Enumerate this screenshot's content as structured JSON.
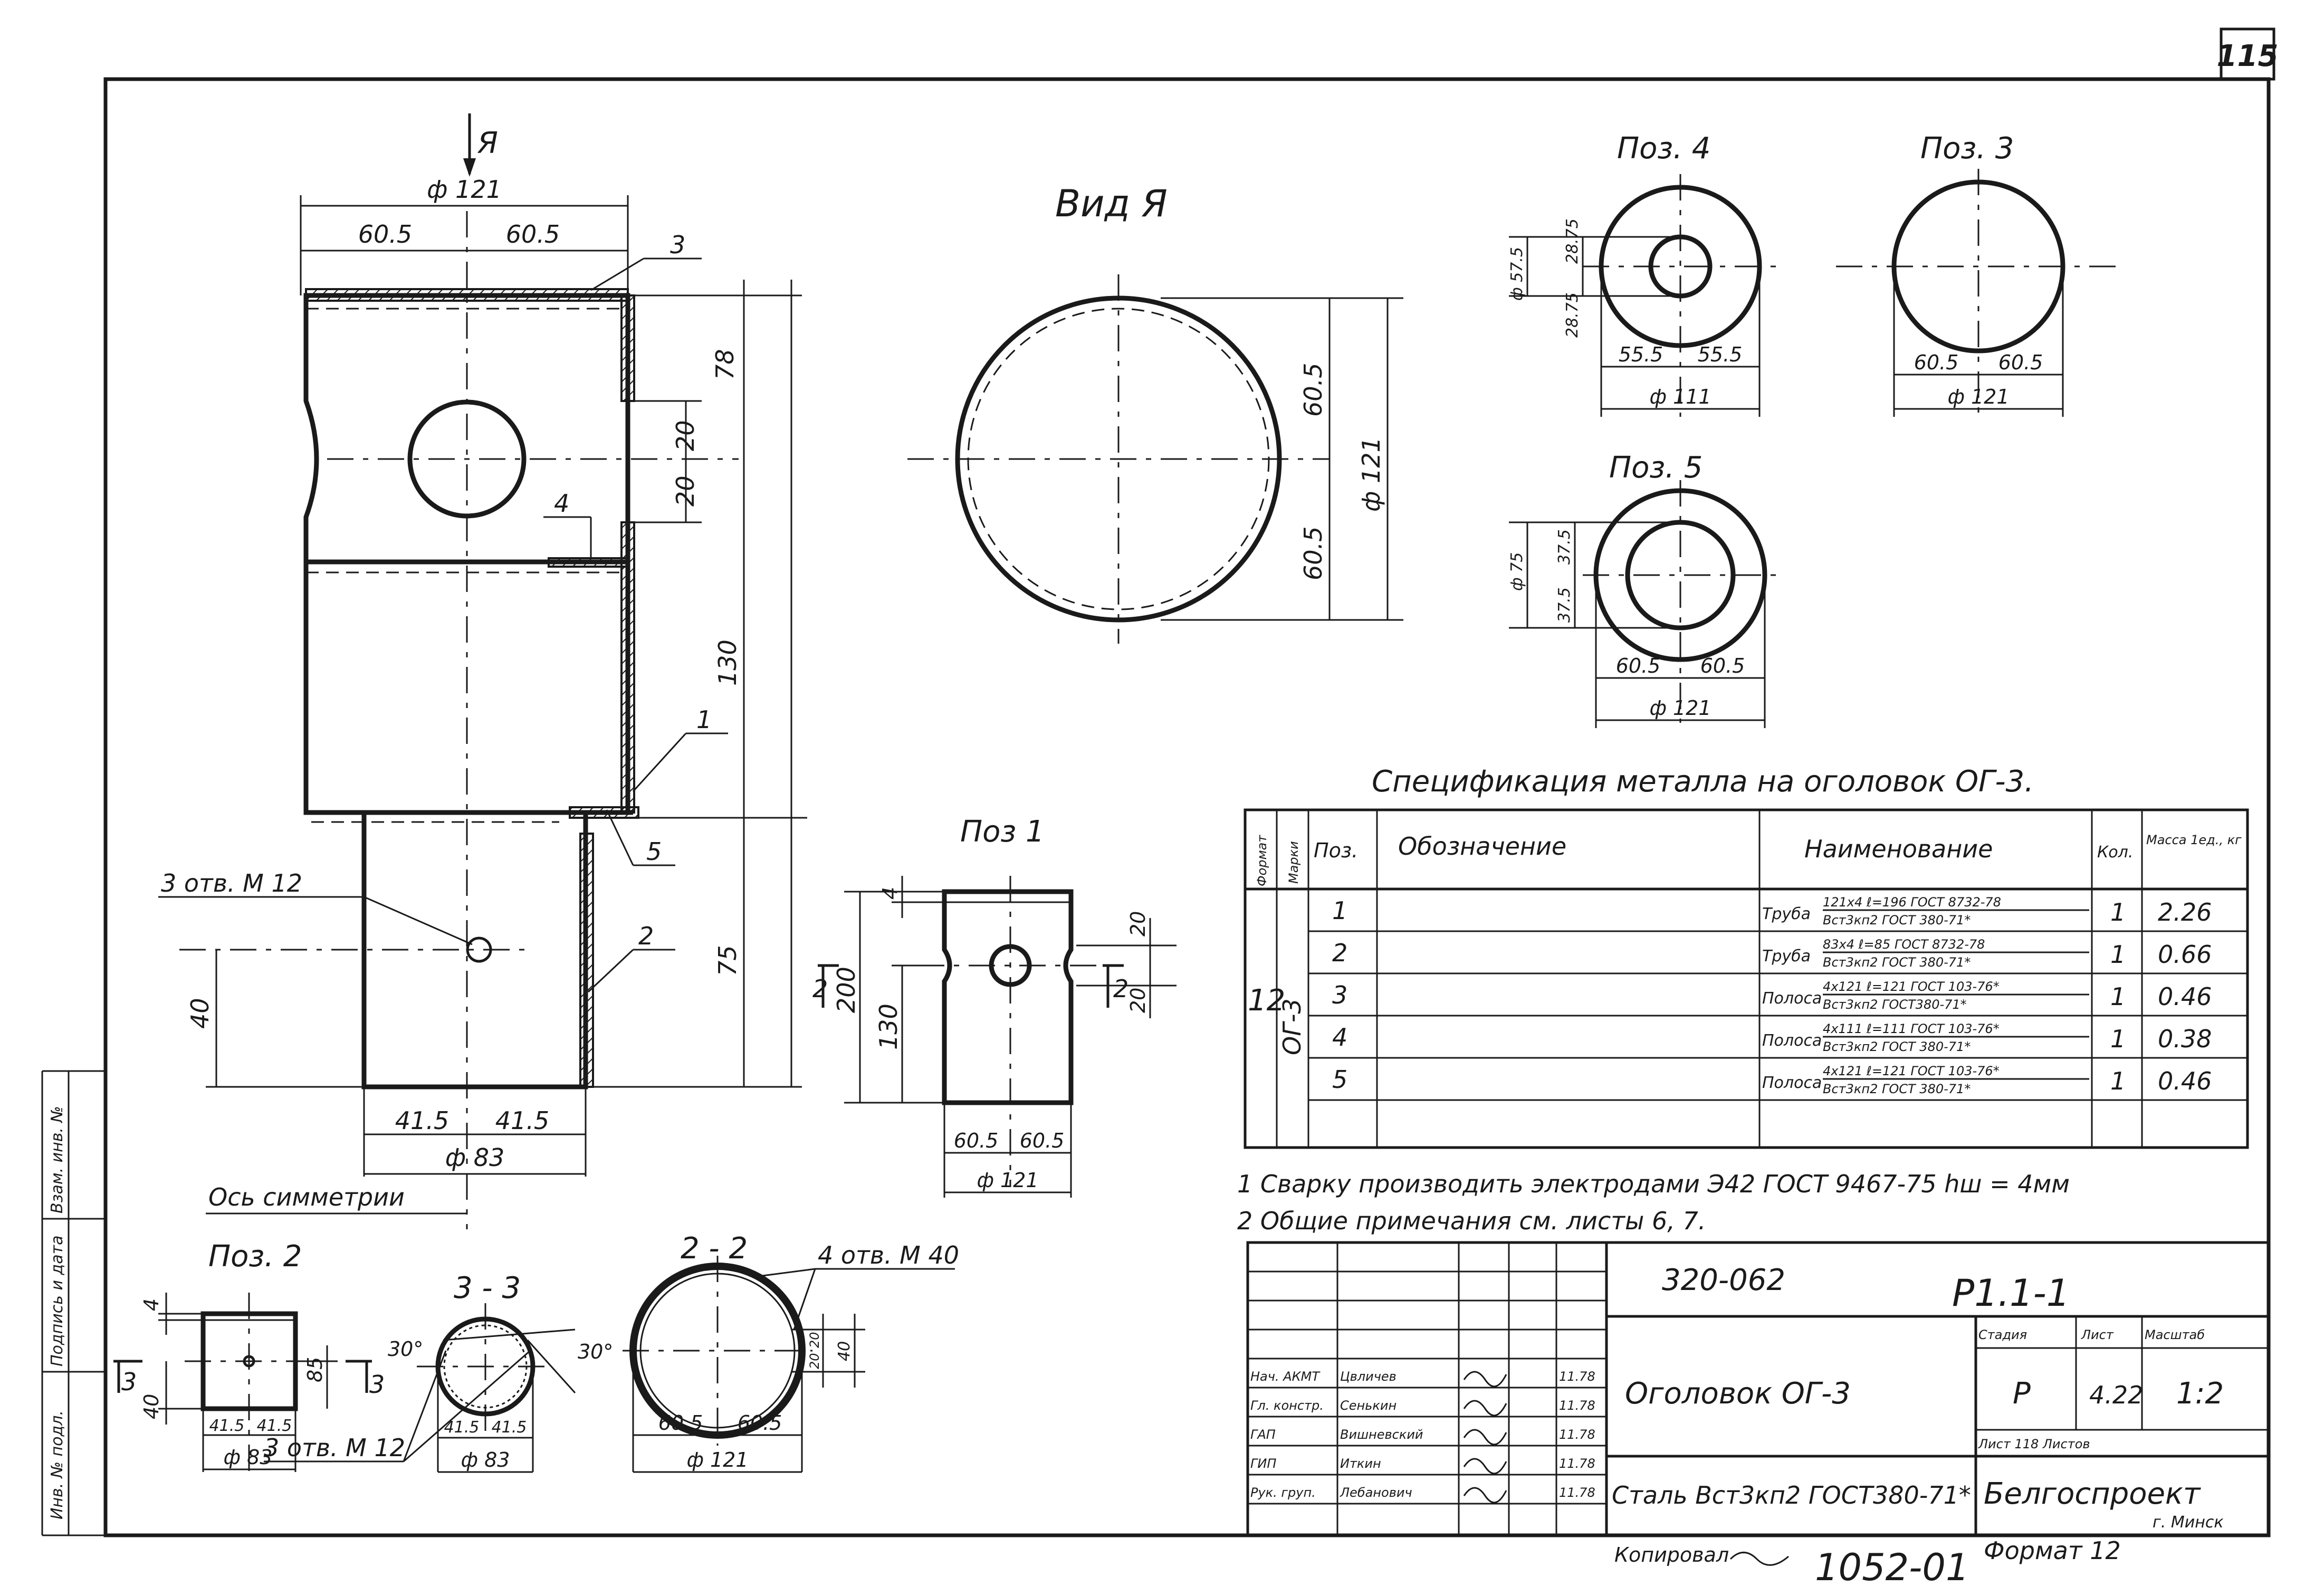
{
  "sheet_number": "115",
  "main_view": {
    "view_marker": "Я",
    "dia_top": "ф 121",
    "half_left": "60.5",
    "half_right": "60.5",
    "pos_3": "3",
    "pos_4": "4",
    "pos_1": "1",
    "pos_5": "5",
    "pos_2": "2",
    "dim_78": "78",
    "dim_20a": "20",
    "dim_20b": "20",
    "dim_130": "130",
    "dim_75": "75",
    "holes_note": "3 отв. М 12",
    "dim_40": "40",
    "half_bottom_left": "41.5",
    "half_bottom_right": "41.5",
    "dia_bottom": "ф 83",
    "axis_label": "Ось симметрии"
  },
  "view_ya": {
    "title": "Вид Я",
    "dim_605_top": "60.5",
    "dim_605_bottom": "60.5",
    "dia": "ф 121"
  },
  "pos4": {
    "title": "Поз. 4",
    "dia_left": "ф 57.5",
    "dim_2875_a": "28.75",
    "dim_2875_b": "28.75",
    "half_left": "55.5",
    "half_right": "55.5",
    "dia": "ф 111"
  },
  "pos3": {
    "title": "Поз. 3",
    "half_left": "60.5",
    "half_right": "60.5",
    "dia": "ф 121"
  },
  "pos5": {
    "title": "Поз. 5",
    "dia_left": "ф 75",
    "dim_375_a": "37.5",
    "dim_375_b": "37.5",
    "half_left": "60.5",
    "half_right": "60.5",
    "dia": "ф 121"
  },
  "pos1": {
    "title": "Поз 1",
    "dim_4": "4",
    "dim_200": "200",
    "dim_130": "130",
    "dim_20a": "20",
    "dim_20b": "20",
    "cut_left": "2",
    "cut_right": "2",
    "half_left": "60.5",
    "half_right": "60.5",
    "dia": "ф 121"
  },
  "pos2": {
    "title": "Поз. 2",
    "dim_4": "4",
    "dim_3": "3",
    "dim_40": "40",
    "dim_85": "85",
    "half_left": "41.5",
    "half_right": "41.5",
    "dia": "ф 83"
  },
  "section33": {
    "title": "3 - 3",
    "angle_left": "30°",
    "angle_right": "30°",
    "half_left": "41.5",
    "half_right": "41.5",
    "dia": "ф 83",
    "holes_note": "3 отв. М 12",
    "marker": "3"
  },
  "section22": {
    "title": "2 - 2",
    "holes_note": "4 отв. М 40",
    "dim_20a": "20",
    "dim_20b": "20",
    "dim_40": "40",
    "half_left": "60.5",
    "half_right": "60.5",
    "dia": "ф 121"
  },
  "spec": {
    "title": "Спецификация металла на оголовок ОГ-3.",
    "headers": {
      "format": "Формат",
      "marka": "Марки",
      "pos": "Поз.",
      "designation": "Обозначение",
      "name": "Наименование",
      "qty": "Кол.",
      "mass": "Масса 1ед., кг"
    },
    "format_value": "12",
    "marka_value": "ОГ-3",
    "rows": [
      {
        "pos": "1",
        "name_type": "Труба",
        "name_top": "121х4 ℓ=196 ГОСТ 8732-78",
        "name_bottom": "Вст3кп2 ГОСТ 380-71*",
        "qty": "1",
        "mass": "2.26"
      },
      {
        "pos": "2",
        "name_type": "Труба",
        "name_top": "83х4 ℓ=85 ГОСТ 8732-78",
        "name_bottom": "Вст3кп2 ГОСТ 380-71*",
        "qty": "1",
        "mass": "0.66"
      },
      {
        "pos": "3",
        "name_type": "Полоса",
        "name_top": "4х121 ℓ=121 ГОСТ 103-76*",
        "name_bottom": "Вст3кп2 ГОСТ380-71*",
        "qty": "1",
        "mass": "0.46"
      },
      {
        "pos": "4",
        "name_type": "Полоса",
        "name_top": "4х111 ℓ=111 ГОСТ 103-76*",
        "name_bottom": "Вст3кп2 ГОСТ 380-71*",
        "qty": "1",
        "mass": "0.38"
      },
      {
        "pos": "5",
        "name_type": "Полоса",
        "name_top": "4х121 ℓ=121 ГОСТ 103-76*",
        "name_bottom": "Вст3кп2 ГОСТ 380-71*",
        "qty": "1",
        "mass": "0.46"
      }
    ]
  },
  "notes": [
    "1 Сварку производить электродами Э42 ГОСТ 9467-75 hш = 4мм",
    "2 Общие примечания см. листы 6, 7."
  ],
  "title_block": {
    "project_code": "320-062",
    "sheet_code": "Р1.1-1",
    "object_name": "Оголовок ОГ-3",
    "material": "Сталь Вст3кп2 ГОСТ380-71*",
    "stage_label": "Стадия",
    "sheet_label": "Лист",
    "scale_label": "Масштаб",
    "stage_value": "Р",
    "sheet_value": "4.22",
    "scale_value": "1:2",
    "sheets_label": "Лист 118 Листов",
    "organization": "Белгоспроект",
    "city": "г. Минск",
    "signatures": [
      {
        "role": "Нач. АКМТ",
        "name": "Цвличев",
        "date": "11.78"
      },
      {
        "role": "Гл. констр.",
        "name": "Сенькин",
        "date": "11.78"
      },
      {
        "role": "ГАП",
        "name": "Вишневский",
        "date": "11.78"
      },
      {
        "role": "ГИП",
        "name": "Иткин",
        "date": "11.78"
      },
      {
        "role": "Рук. груп.",
        "name": "Лебанович",
        "date": "11.78"
      }
    ]
  },
  "side_strip": {
    "inv_orig": "Инв. № подл.",
    "signature_date": "Подпись и дата",
    "replace_inv": "Взам. инв. №"
  },
  "footer": {
    "copied_by": "Копировал",
    "drawing_number": "1052-01",
    "format": "Формат 12"
  }
}
